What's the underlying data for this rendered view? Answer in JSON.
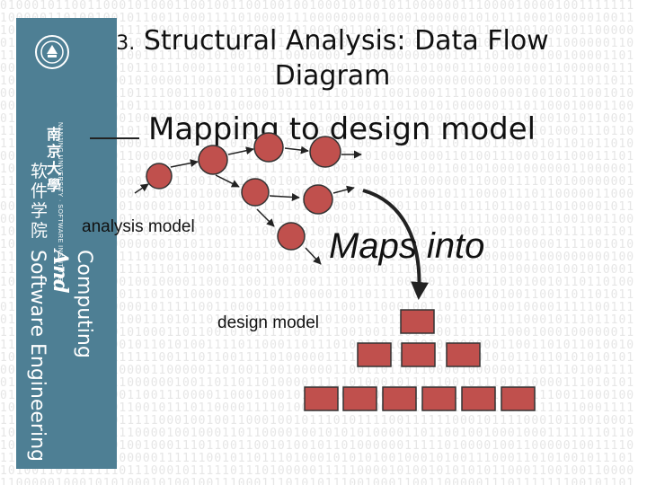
{
  "slide": {
    "title_number": "3.",
    "title_text": "Structural Analysis: Data Flow Diagram",
    "subtitle": "Mapping to design model"
  },
  "sidebar": {
    "school_cn": "南京大學",
    "school_en": "NANJING UNIVERSITY · SOFTWARE INSTITUTE",
    "dept_cn": "软件学院",
    "dept_line1": "Computing",
    "dept_and": "And",
    "dept_line2": "Software Engineering"
  },
  "diagram": {
    "analysis_label": "analysis model",
    "maps_label": "Maps into",
    "design_label": "design model",
    "node_color": "#c0504d",
    "node_border": "#333333",
    "box_color": "#c0504d"
  }
}
